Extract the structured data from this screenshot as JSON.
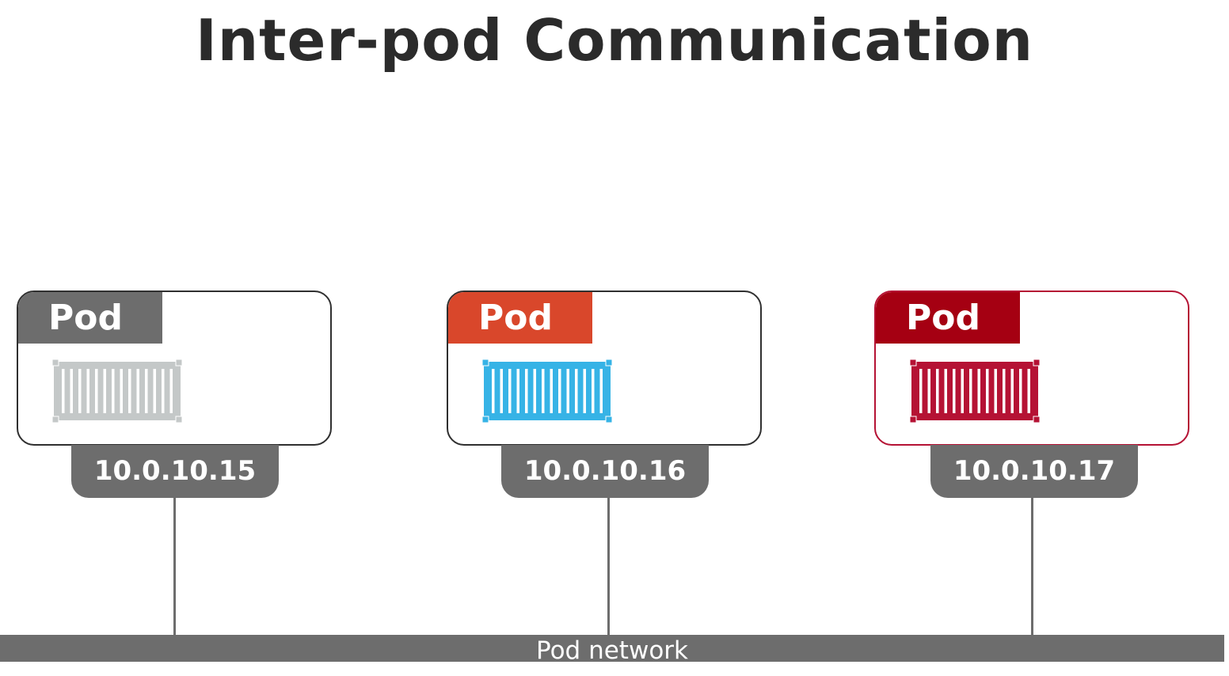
{
  "title": "Inter-pod Communication",
  "pods": [
    {
      "label": "Pod",
      "ip": "10.0.10.15",
      "label_color": "#6d6d6d",
      "container_color": "#c4c8c8",
      "border_color": "#2f2f2f"
    },
    {
      "label": "Pod",
      "ip": "10.0.10.16",
      "label_color": "#d9472b",
      "container_color": "#36b3e6",
      "border_color": "#2f2f2f"
    },
    {
      "label": "Pod",
      "ip": "10.0.10.17",
      "label_color": "#a50012",
      "container_color": "#b51234",
      "border_color": "#b51234"
    }
  ],
  "network": {
    "label": "Pod network"
  }
}
